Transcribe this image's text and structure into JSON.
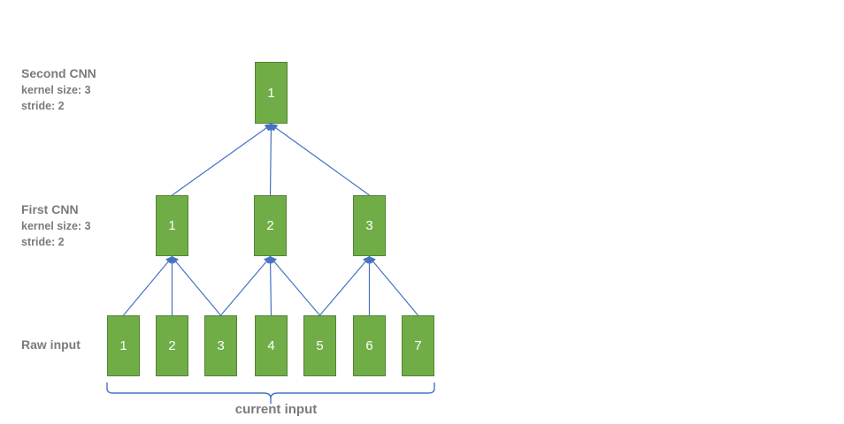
{
  "colors": {
    "background": "#ffffff",
    "node_fill": "#70AD47",
    "node_border": "#548235",
    "node_text": "#ffffff",
    "edge": "#4472C4",
    "label_text": "#7b7b7b"
  },
  "labels": {
    "second_cnn": {
      "title": "Second CNN",
      "kernel": "kernel size: 3",
      "stride": "stride: 2"
    },
    "first_cnn": {
      "title": "First CNN",
      "kernel": "kernel size: 3",
      "stride": "stride: 2"
    },
    "raw_input": {
      "title": "Raw input"
    },
    "brace": "current input"
  },
  "nodes": {
    "s1": {
      "layer": "second_cnn",
      "label": "1"
    },
    "f1": {
      "layer": "first_cnn",
      "label": "1"
    },
    "f2": {
      "layer": "first_cnn",
      "label": "2"
    },
    "f3": {
      "layer": "first_cnn",
      "label": "3"
    },
    "r1": {
      "layer": "raw_input",
      "label": "1"
    },
    "r2": {
      "layer": "raw_input",
      "label": "2"
    },
    "r3": {
      "layer": "raw_input",
      "label": "3"
    },
    "r4": {
      "layer": "raw_input",
      "label": "4"
    },
    "r5": {
      "layer": "raw_input",
      "label": "5"
    },
    "r6": {
      "layer": "raw_input",
      "label": "6"
    },
    "r7": {
      "layer": "raw_input",
      "label": "7"
    }
  },
  "connections": [
    {
      "from": "r1",
      "to": "f1"
    },
    {
      "from": "r2",
      "to": "f1"
    },
    {
      "from": "r3",
      "to": "f1"
    },
    {
      "from": "r3",
      "to": "f2"
    },
    {
      "from": "r4",
      "to": "f2"
    },
    {
      "from": "r5",
      "to": "f2"
    },
    {
      "from": "r5",
      "to": "f3"
    },
    {
      "from": "r6",
      "to": "f3"
    },
    {
      "from": "r7",
      "to": "f3"
    },
    {
      "from": "f1",
      "to": "s1"
    },
    {
      "from": "f2",
      "to": "s1"
    },
    {
      "from": "f3",
      "to": "s1"
    }
  ]
}
